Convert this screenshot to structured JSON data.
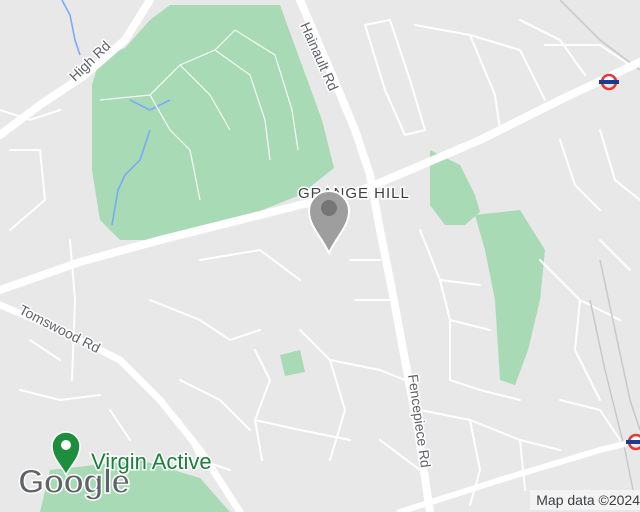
{
  "map": {
    "area_label": "GRANGE HILL",
    "roads": {
      "high_rd": "High Rd",
      "hainault_rd": "Hainault Rd",
      "tomswood_rd": "Tomswood Rd",
      "fencepiece_rd": "Fencepiece Rd"
    },
    "poi": {
      "name": "Virgin Active",
      "icon": "map-pin-icon",
      "color": "#1e8e3e"
    },
    "marker": {
      "icon": "location-marker-icon",
      "color": "#9e9e9e"
    },
    "transit_icon": "underground-roundel-icon",
    "logo": "Google",
    "attribution": "Map data ©2024",
    "colors": {
      "land": "#e8e8e8",
      "park": "#a8dab5",
      "road": "#ffffff",
      "water": "#7baaf7",
      "transit": "#e53935"
    }
  }
}
